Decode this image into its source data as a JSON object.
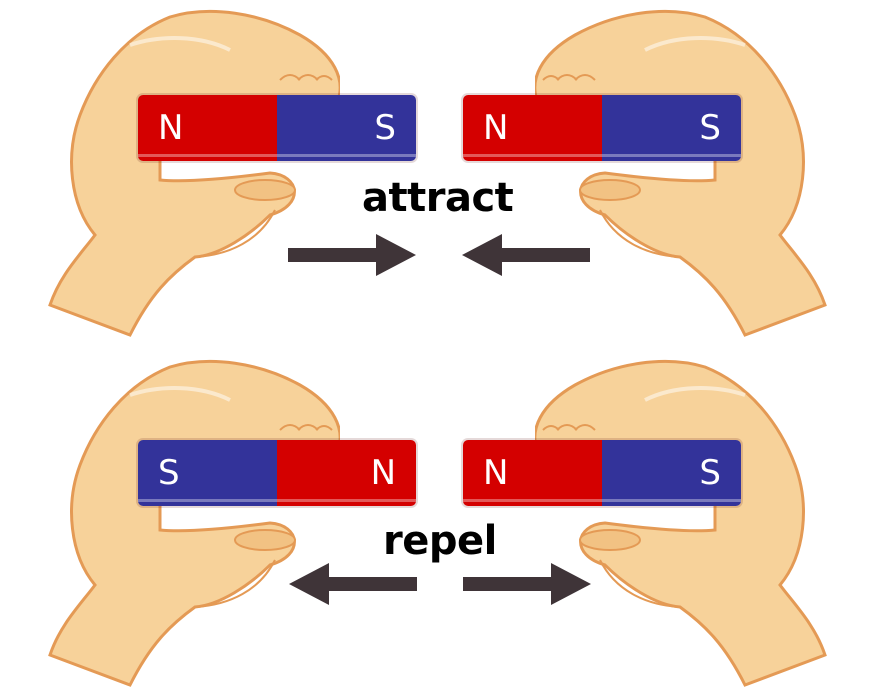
{
  "colors": {
    "north": "#d40000",
    "south": "#33339a",
    "skin": "#f7d29a",
    "skin_outline": "#e49a55",
    "arrow": "#3f3438",
    "text": "#000000"
  },
  "panels": [
    {
      "id": "attract",
      "label": "attract",
      "left_magnet": {
        "left_pole": "N",
        "right_pole": "S"
      },
      "right_magnet": {
        "left_pole": "N",
        "right_pole": "S"
      },
      "arrows": [
        "right",
        "left"
      ],
      "arrow_meaning": "toward each other"
    },
    {
      "id": "repel",
      "label": "repel",
      "left_magnet": {
        "left_pole": "S",
        "right_pole": "N"
      },
      "right_magnet": {
        "left_pole": "N",
        "right_pole": "S"
      },
      "arrows": [
        "left",
        "right"
      ],
      "arrow_meaning": "away from each other"
    }
  ],
  "icons": {
    "hand": "hand-holding-icon",
    "arrow_right": "arrow-right-icon",
    "arrow_left": "arrow-left-icon"
  }
}
